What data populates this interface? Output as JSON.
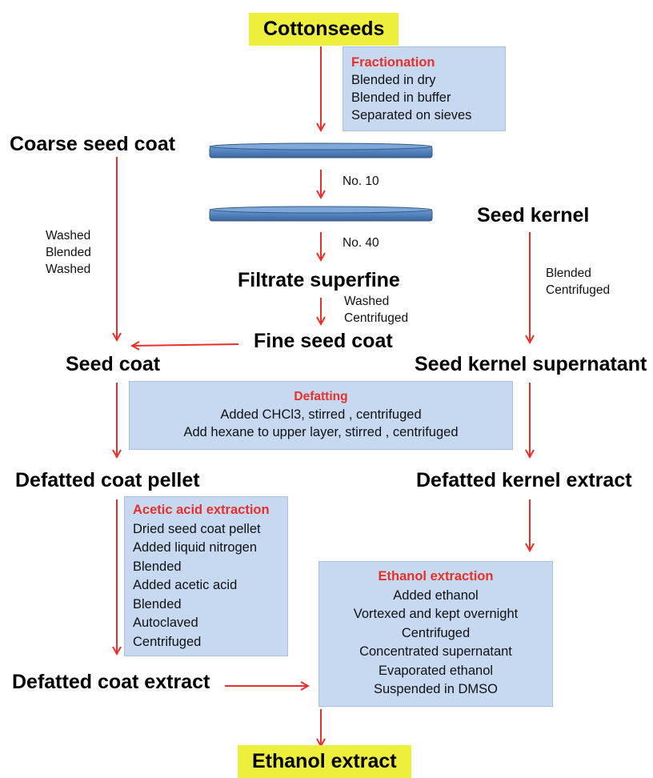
{
  "nodes": {
    "cottonseeds": "Cottonseeds",
    "coarse_seed_coat": "Coarse seed coat",
    "seed_kernel": "Seed kernel",
    "filtrate_superfine": "Filtrate superfine",
    "fine_seed_coat": "Fine seed coat",
    "seed_coat": "Seed coat",
    "seed_kernel_supernatant": "Seed kernel supernatant",
    "defatted_coat_pellet": "Defatted coat pellet",
    "defatted_kernel_extract": "Defatted kernel extract",
    "defatted_coat_extract": "Defatted coat extract",
    "ethanol_extract": "Ethanol extract"
  },
  "boxes": {
    "fractionation": {
      "title": "Fractionation",
      "lines": [
        "Blended in dry",
        "Blended in buffer",
        "Separated on sieves"
      ]
    },
    "defatting": {
      "title": "Defatting",
      "lines": [
        "Added  CHCl3,  stirred , centrifuged",
        "Add hexane to upper layer, stirred , centrifuged"
      ]
    },
    "acetic": {
      "title": "Acetic acid extraction",
      "lines": [
        "Dried seed coat pellet",
        "Added liquid nitrogen",
        "Blended",
        "Added acetic acid",
        "Blended",
        "Autoclaved",
        "Centrifuged"
      ]
    },
    "ethanol": {
      "title": "Ethanol extraction",
      "lines": [
        "Added ethanol",
        "Vortexed and kept overnight",
        "Centrifuged",
        "Concentrated supernatant",
        "Evaporated ethanol",
        "Suspended in DMSO"
      ]
    }
  },
  "labels": {
    "sieve_10": "No. 10",
    "sieve_40": "No. 40",
    "coarse_steps": [
      "Washed",
      "Blended",
      "Washed"
    ],
    "kernel_steps": [
      "Blended",
      "Centrifuged"
    ],
    "superfine_steps": [
      "Washed",
      "Centrifuged"
    ]
  },
  "colors": {
    "arrow": "#e8302a",
    "highlight": "#eeee3c",
    "box_fill": "#c6d9f1",
    "box_title": "#e8302a",
    "sieve": "#4f81bd"
  }
}
